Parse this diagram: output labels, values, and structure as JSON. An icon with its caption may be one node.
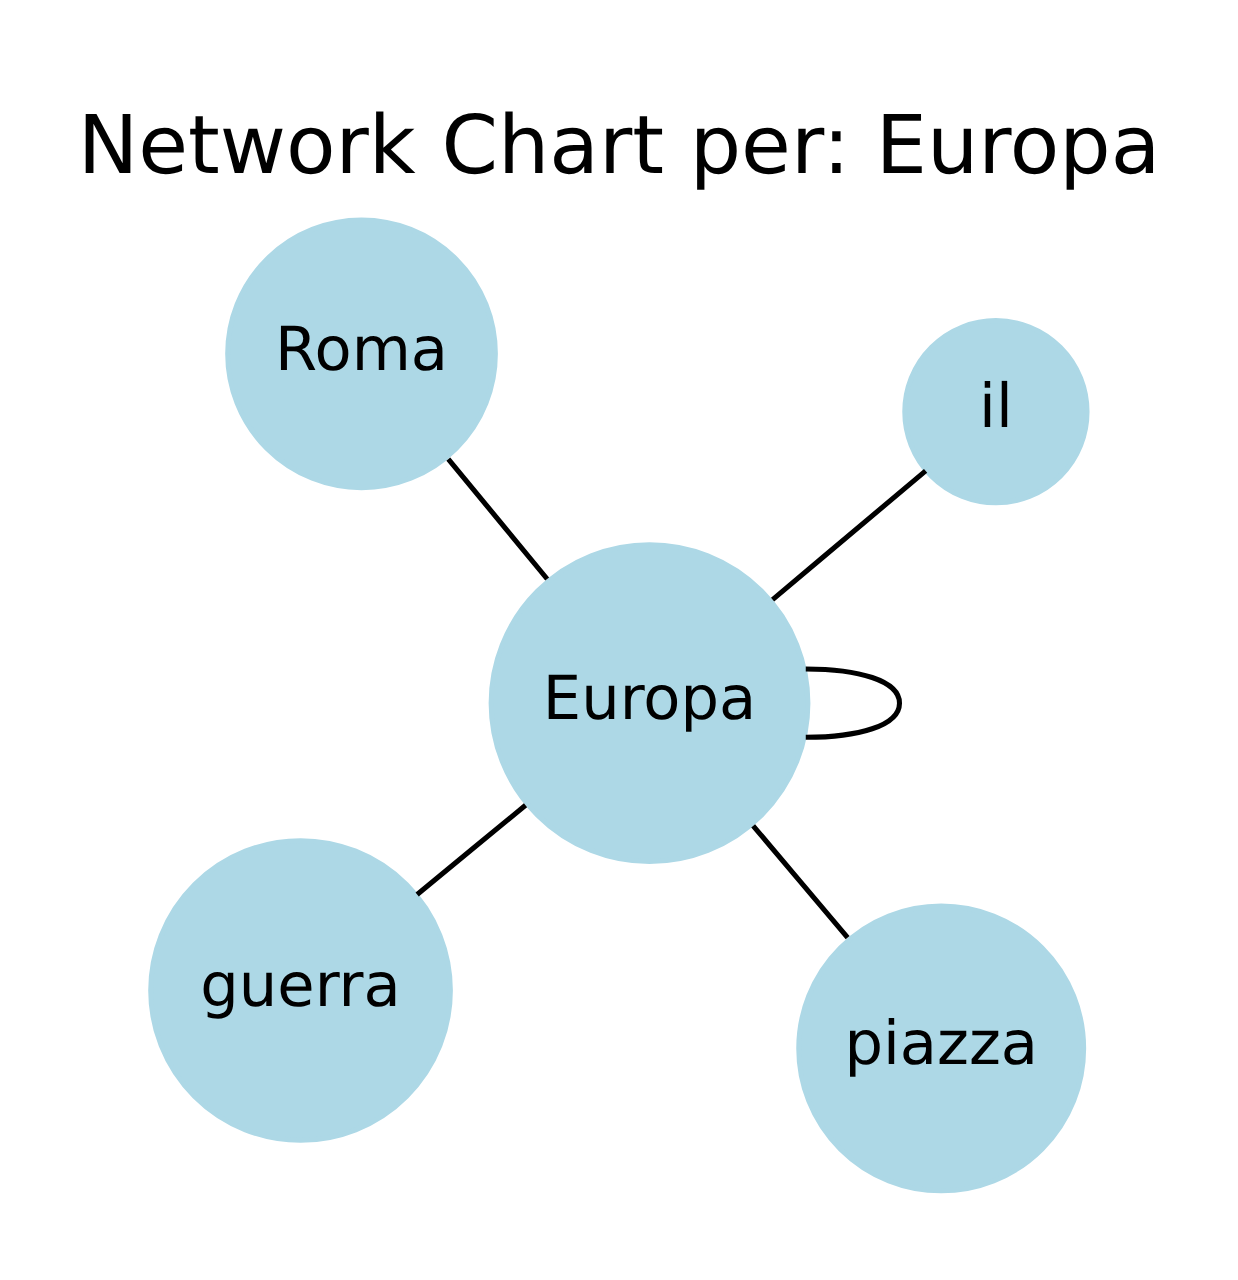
{
  "diagram": {
    "title": "Network Chart per: Europa",
    "nodes": [
      {
        "text": [
          "guerra"
        ]
      },
      {
        "text": [
          "piazza"
        ]
      },
      {
        "text": [
          "Europa"
        ]
      },
      {
        "text": [
          "Roma"
        ]
      },
      {
        "text": [
          "il"
        ]
      }
    ],
    "edges": [
      {
        "from": 2,
        "to": 2,
        "arrow": "none"
      },
      {
        "from": 2,
        "to": 0,
        "arrow": "none"
      },
      {
        "from": 2,
        "to": 1,
        "arrow": "none"
      },
      {
        "from": 2,
        "to": 3,
        "arrow": "none"
      },
      {
        "from": 2,
        "to": 4,
        "arrow": "none"
      }
    ]
  }
}
